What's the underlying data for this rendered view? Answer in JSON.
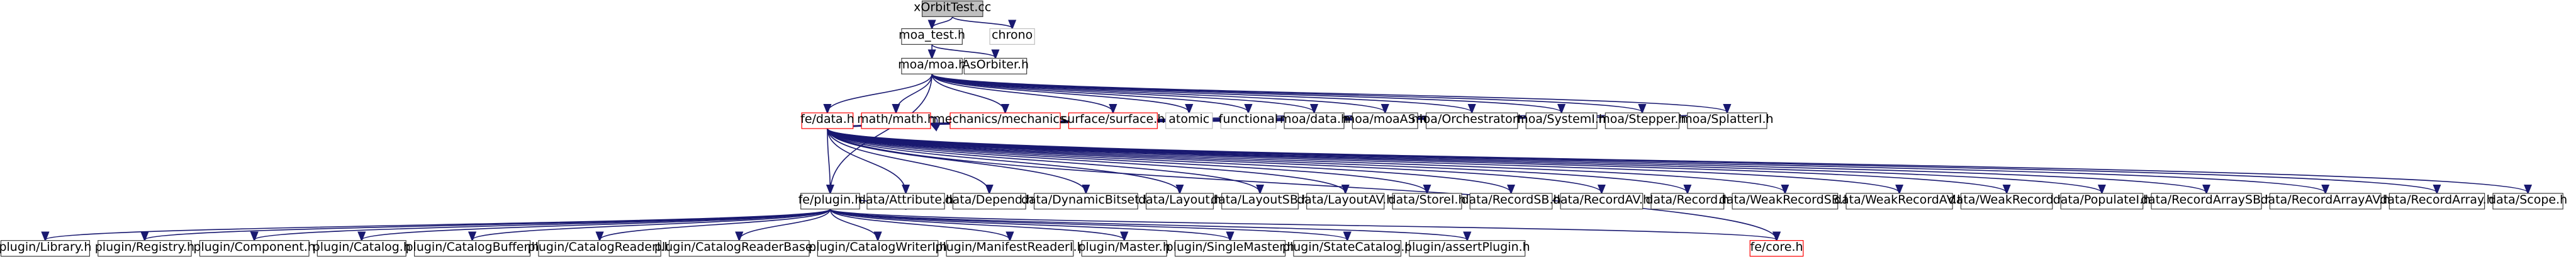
{
  "graph": {
    "nodes": [
      {
        "id": "root",
        "label": "xOrbitTest.cc",
        "style": "root"
      },
      {
        "id": "chrono",
        "label": "chrono",
        "style": "external"
      },
      {
        "id": "moa_test",
        "label": "moa_test.h",
        "style": "normal"
      },
      {
        "id": "moa_moa",
        "label": "moa/moa.h",
        "style": "normal"
      },
      {
        "id": "asorbiter",
        "label": "AsOrbiter.h",
        "style": "normal"
      },
      {
        "id": "fe_data",
        "label": "fe/data.h",
        "style": "missing"
      },
      {
        "id": "math",
        "label": "math/math.h",
        "style": "missing"
      },
      {
        "id": "mechanics",
        "label": "mechanics/mechanics.h",
        "style": "missing"
      },
      {
        "id": "surface",
        "label": "surface/surface.h",
        "style": "missing"
      },
      {
        "id": "atomic",
        "label": "atomic",
        "style": "external"
      },
      {
        "id": "functional",
        "label": "functional",
        "style": "external"
      },
      {
        "id": "moa_data",
        "label": "moa/data.h",
        "style": "normal"
      },
      {
        "id": "moa_as",
        "label": "moa/moaAS.h",
        "style": "normal"
      },
      {
        "id": "moa_orch",
        "label": "moa/OrchestratorI.h",
        "style": "normal"
      },
      {
        "id": "moa_system",
        "label": "moa/SystemI.h",
        "style": "normal"
      },
      {
        "id": "moa_stepper",
        "label": "moa/Stepper.h",
        "style": "normal"
      },
      {
        "id": "moa_splatter",
        "label": "moa/SplatterI.h",
        "style": "normal"
      },
      {
        "id": "fe_plugin",
        "label": "fe/plugin.h",
        "style": "normal"
      },
      {
        "id": "d_attribute",
        "label": "data/Attribute.h",
        "style": "normal"
      },
      {
        "id": "d_depend",
        "label": "data/Depend.h",
        "style": "normal"
      },
      {
        "id": "d_dynbitset",
        "label": "data/DynamicBitset.h",
        "style": "normal"
      },
      {
        "id": "d_layout",
        "label": "data/Layout.h",
        "style": "normal"
      },
      {
        "id": "d_layoutsb",
        "label": "data/LayoutSB.h",
        "style": "normal"
      },
      {
        "id": "d_layoutav",
        "label": "data/LayoutAV.h",
        "style": "normal"
      },
      {
        "id": "d_storei",
        "label": "data/StoreI.h",
        "style": "normal"
      },
      {
        "id": "d_recordsb",
        "label": "data/RecordSB.h",
        "style": "normal"
      },
      {
        "id": "d_recordav",
        "label": "data/RecordAV.h",
        "style": "normal"
      },
      {
        "id": "d_record",
        "label": "data/Record.h",
        "style": "normal"
      },
      {
        "id": "d_weakrecsb",
        "label": "data/WeakRecordSB.h",
        "style": "normal"
      },
      {
        "id": "d_weakrecav",
        "label": "data/WeakRecordAV.h",
        "style": "normal"
      },
      {
        "id": "d_weakrec",
        "label": "data/WeakRecord.h",
        "style": "normal"
      },
      {
        "id": "d_populatei",
        "label": "data/PopulateI.h",
        "style": "normal"
      },
      {
        "id": "d_recarrsb",
        "label": "data/RecordArraySB.h",
        "style": "normal"
      },
      {
        "id": "d_recarrav",
        "label": "data/RecordArrayAV.h",
        "style": "normal"
      },
      {
        "id": "d_recarr",
        "label": "data/RecordArray.h",
        "style": "normal"
      },
      {
        "id": "d_scope",
        "label": "data/Scope.h",
        "style": "normal"
      },
      {
        "id": "p_library",
        "label": "plugin/Library.h",
        "style": "normal"
      },
      {
        "id": "p_registry",
        "label": "plugin/Registry.h",
        "style": "normal"
      },
      {
        "id": "p_component",
        "label": "plugin/Component.h",
        "style": "normal"
      },
      {
        "id": "p_catalog",
        "label": "plugin/Catalog.h",
        "style": "normal"
      },
      {
        "id": "p_catbuffer",
        "label": "plugin/CatalogBuffer.h",
        "style": "normal"
      },
      {
        "id": "p_catreaderi",
        "label": "plugin/CatalogReaderI.h",
        "style": "normal"
      },
      {
        "id": "p_catreaderbase",
        "label": "plugin/CatalogReaderBase.h",
        "style": "normal"
      },
      {
        "id": "p_catwriteri",
        "label": "plugin/CatalogWriterI.h",
        "style": "normal"
      },
      {
        "id": "p_manifest",
        "label": "plugin/ManifestReaderI.h",
        "style": "normal"
      },
      {
        "id": "p_master",
        "label": "plugin/Master.h",
        "style": "normal"
      },
      {
        "id": "p_singlemaster",
        "label": "plugin/SingleMaster.h",
        "style": "normal"
      },
      {
        "id": "p_statecatalog",
        "label": "plugin/StateCatalog.h",
        "style": "normal"
      },
      {
        "id": "p_assertplugin",
        "label": "plugin/assertPlugin.h",
        "style": "normal"
      },
      {
        "id": "fe_core",
        "label": "fe/core.h",
        "style": "missing"
      }
    ],
    "edges": [
      [
        "root",
        "moa_test"
      ],
      [
        "root",
        "chrono"
      ],
      [
        "moa_test",
        "moa_moa"
      ],
      [
        "moa_test",
        "asorbiter"
      ],
      [
        "moa_moa",
        "fe_data"
      ],
      [
        "moa_moa",
        "math"
      ],
      [
        "moa_moa",
        "mechanics"
      ],
      [
        "moa_moa",
        "surface"
      ],
      [
        "moa_moa",
        "atomic"
      ],
      [
        "moa_moa",
        "functional"
      ],
      [
        "moa_moa",
        "moa_data"
      ],
      [
        "moa_moa",
        "moa_as"
      ],
      [
        "moa_moa",
        "moa_orch"
      ],
      [
        "moa_moa",
        "moa_system"
      ],
      [
        "moa_moa",
        "moa_stepper"
      ],
      [
        "moa_moa",
        "moa_splatter"
      ],
      [
        "moa_moa",
        "fe_plugin"
      ],
      [
        "moa_orch",
        "fe_data"
      ],
      [
        "moa_system",
        "fe_data"
      ],
      [
        "moa_stepper",
        "fe_data"
      ],
      [
        "moa_splatter",
        "fe_data"
      ],
      [
        "moa_data",
        "fe_data"
      ],
      [
        "moa_as",
        "fe_data"
      ],
      [
        "math",
        "math"
      ],
      [
        "fe_data",
        "fe_plugin"
      ],
      [
        "fe_data",
        "d_attribute"
      ],
      [
        "fe_data",
        "d_depend"
      ],
      [
        "fe_data",
        "d_dynbitset"
      ],
      [
        "fe_data",
        "d_layout"
      ],
      [
        "fe_data",
        "d_layoutsb"
      ],
      [
        "fe_data",
        "d_layoutav"
      ],
      [
        "fe_data",
        "d_storei"
      ],
      [
        "fe_data",
        "d_recordsb"
      ],
      [
        "fe_data",
        "d_recordav"
      ],
      [
        "fe_data",
        "d_record"
      ],
      [
        "fe_data",
        "d_weakrecsb"
      ],
      [
        "fe_data",
        "d_weakrecav"
      ],
      [
        "fe_data",
        "d_weakrec"
      ],
      [
        "fe_data",
        "d_populatei"
      ],
      [
        "fe_data",
        "d_recarrsb"
      ],
      [
        "fe_data",
        "d_recarrav"
      ],
      [
        "fe_data",
        "d_recarr"
      ],
      [
        "fe_data",
        "d_scope"
      ],
      [
        "fe_data",
        "fe_core"
      ],
      [
        "fe_plugin",
        "p_library"
      ],
      [
        "fe_plugin",
        "p_registry"
      ],
      [
        "fe_plugin",
        "p_component"
      ],
      [
        "fe_plugin",
        "p_catalog"
      ],
      [
        "fe_plugin",
        "p_catbuffer"
      ],
      [
        "fe_plugin",
        "p_catreaderi"
      ],
      [
        "fe_plugin",
        "p_catreaderbase"
      ],
      [
        "fe_plugin",
        "p_catwriteri"
      ],
      [
        "fe_plugin",
        "p_manifest"
      ],
      [
        "fe_plugin",
        "p_master"
      ],
      [
        "fe_plugin",
        "p_singlemaster"
      ],
      [
        "fe_plugin",
        "p_statecatalog"
      ],
      [
        "fe_plugin",
        "p_assertplugin"
      ],
      [
        "fe_plugin",
        "fe_core"
      ],
      [
        "fe_plugin",
        "d_attribute"
      ]
    ]
  },
  "colors": {
    "edge": "#191970",
    "normal_border": "#404040",
    "normal_fill": "#ffffff",
    "root_fill": "#bfbfbf",
    "missing_border": "#ff0000",
    "external_border": "#bfbfbf"
  }
}
